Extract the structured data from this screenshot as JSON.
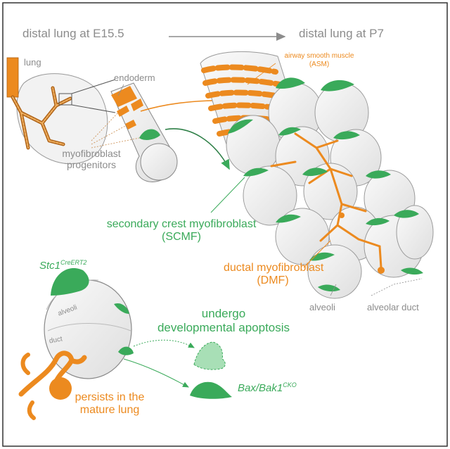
{
  "header": {
    "left": "distal lung at E15.5",
    "right": "distal lung at P7"
  },
  "labels": {
    "lung": "lung",
    "endoderm": "endoderm",
    "progenitors_line1": "myofibroblast",
    "progenitors_line2": "progenitors",
    "asm_line1": "airway smooth muscle",
    "asm_line2": "(ASM)",
    "scmf_line1": "secondary crest myofibroblast",
    "scmf_line2": "(SCMF)",
    "dmf_line1": "ductal myofibroblast",
    "dmf_line2": "(DMF)",
    "alveoli": "alveoli",
    "alveolar_duct": "alveolar duct",
    "stc1_base": "Stc1",
    "stc1_sup": "CreERT2",
    "alveoli_small": "alveoli",
    "duct_small": "duct",
    "apoptosis_line1": "undergo",
    "apoptosis_line2": "developmental apoptosis",
    "bax_base": "Bax/Bak1",
    "bax_sup": "CKO",
    "persists_line1": "persists in the",
    "persists_line2": "mature lung"
  },
  "colors": {
    "green": "#3aaa5a",
    "orange": "#ec8a1f",
    "gray": "#8c8c8c",
    "cell": "#eeeeee"
  }
}
